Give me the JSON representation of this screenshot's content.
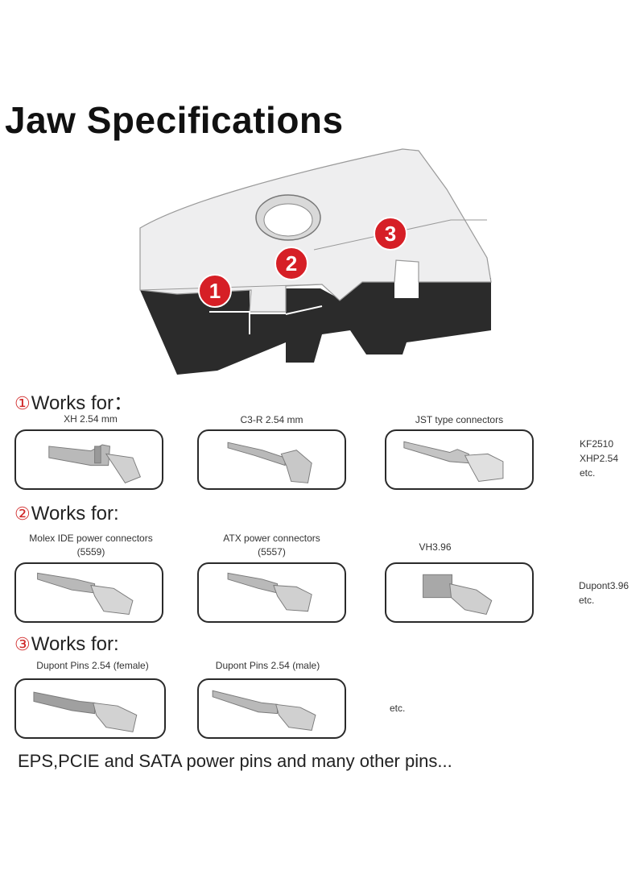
{
  "title": "Jaw Specifications",
  "jaw_markers": [
    "1",
    "2",
    "3"
  ],
  "sections": [
    {
      "marker": "①",
      "heading": "Works for：",
      "items": [
        {
          "caption": "XH 2.54 mm",
          "image": "xh-terminal-image"
        },
        {
          "caption": "C3-R 2.54 mm",
          "image": "c3r-terminal-image"
        },
        {
          "caption": "JST type connectors",
          "image": "jst-terminal-image"
        }
      ],
      "extra": [
        "KF2510",
        "XHP2.54",
        "etc."
      ]
    },
    {
      "marker": "②",
      "heading": "Works for:",
      "items": [
        {
          "caption": "Molex IDE power connectors",
          "caption2": "(5559)",
          "image": "molex-terminal-image"
        },
        {
          "caption": "ATX power connectors",
          "caption2": "(5557)",
          "image": "atx-terminal-image"
        },
        {
          "caption": "VH3.96",
          "image": "vh396-terminal-image"
        }
      ],
      "extra": [
        "Dupont3.96",
        "etc."
      ]
    },
    {
      "marker": "③",
      "heading": "Works for:",
      "items": [
        {
          "caption": "Dupont Pins 2.54 (female)",
          "image": "dupont-female-image"
        },
        {
          "caption": "Dupont Pins 2.54 (male)",
          "image": "dupont-male-image"
        }
      ],
      "extra": [
        "etc."
      ]
    }
  ],
  "footer": "EPS,PCIE and SATA power pins and many other pins...",
  "colors": {
    "marker_red": "#d61f26",
    "jaw_face": "#eeeeef",
    "jaw_dark": "#2b2b2b",
    "metal": "#b9b9b9"
  }
}
